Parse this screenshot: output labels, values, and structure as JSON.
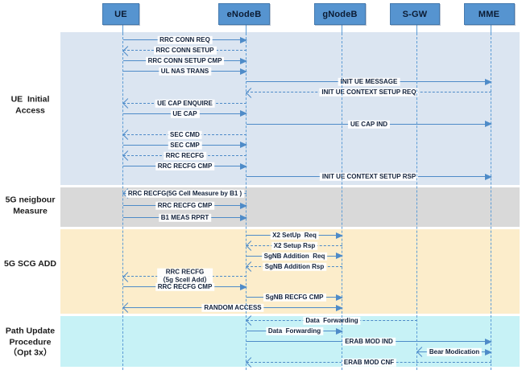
{
  "diagram": {
    "type": "sequence-diagram",
    "actors": [
      {
        "name": "UE"
      },
      {
        "name": "eNodeB"
      },
      {
        "name": "gNodeB"
      },
      {
        "name": "S-GW"
      },
      {
        "name": "MME"
      }
    ],
    "colors": {
      "actor_fill": "#5694d0",
      "actor_border": "#4479ae",
      "arrow_line": "#4e8bc8",
      "lifeline": "#5b9bd5",
      "section_ue_initial_access": "#dbe5f1",
      "section_5g_neigbour_measure": "#d9d9d9",
      "section_5g_scg_add": "#fcedcb",
      "section_path_update": "#c7f2f6"
    },
    "sections": [
      {
        "label": "UE  Initial\nAccess",
        "color": "#dbe5f1",
        "messages": [
          {
            "text": "RRC CONN REQ",
            "from": "UE",
            "to": "eNodeB",
            "line": "solid"
          },
          {
            "text": "RRC CONN SETUP",
            "from": "eNodeB",
            "to": "UE",
            "line": "dashed"
          },
          {
            "text": "RRC CONN SETUP CMP",
            "from": "UE",
            "to": "eNodeB",
            "line": "solid"
          },
          {
            "text": "UL NAS TRANS",
            "from": "UE",
            "to": "eNodeB",
            "line": "solid"
          },
          {
            "text": "INIT UE MESSAGE",
            "from": "eNodeB",
            "to": "MME",
            "line": "solid"
          },
          {
            "text": "INIT UE CONTEXT SETUP REQ",
            "from": "MME",
            "to": "eNodeB",
            "line": "dashed"
          },
          {
            "text": "UE CAP ENQUIRE",
            "from": "eNodeB",
            "to": "UE",
            "line": "dashed"
          },
          {
            "text": "UE CAP",
            "from": "UE",
            "to": "eNodeB",
            "line": "solid"
          },
          {
            "text": "UE CAP IND",
            "from": "eNodeB",
            "to": "MME",
            "line": "solid"
          },
          {
            "text": "SEC CMD",
            "from": "eNodeB",
            "to": "UE",
            "line": "dashed"
          },
          {
            "text": "SEC CMP",
            "from": "UE",
            "to": "eNodeB",
            "line": "solid"
          },
          {
            "text": "RRC RECFG",
            "from": "eNodeB",
            "to": "UE",
            "line": "dashed"
          },
          {
            "text": "RRC RECFG CMP",
            "from": "UE",
            "to": "eNodeB",
            "line": "solid"
          },
          {
            "text": "INIT UE CONTEXT SETUP RSP",
            "from": "eNodeB",
            "to": "MME",
            "line": "solid"
          }
        ]
      },
      {
        "label": "5G neigbour\nMeasure",
        "color": "#d9d9d9",
        "messages": [
          {
            "text": "RRC RECFG(5G Cell Measure by B1 )",
            "from": "eNodeB",
            "to": "UE",
            "line": "solid"
          },
          {
            "text": "RRC RECFG CMP",
            "from": "UE",
            "to": "eNodeB",
            "line": "solid"
          },
          {
            "text": "B1 MEAS RPRT",
            "from": "UE",
            "to": "eNodeB",
            "line": "solid"
          }
        ]
      },
      {
        "label": "5G SCG ADD",
        "color": "#fcedcb",
        "messages": [
          {
            "text": "X2 SetUp  Req",
            "from": "eNodeB",
            "to": "gNodeB",
            "line": "solid"
          },
          {
            "text": "X2 Setup Rsp",
            "from": "gNodeB",
            "to": "eNodeB",
            "line": "dashed"
          },
          {
            "text": "SgNB Addition  Req",
            "from": "eNodeB",
            "to": "gNodeB",
            "line": "solid"
          },
          {
            "text": "SgNB Addition Rsp",
            "from": "gNodeB",
            "to": "eNodeB",
            "line": "dashed"
          },
          {
            "text": "RRC RECFG\n（5g Scell Add）",
            "from": "eNodeB",
            "to": "UE",
            "line": "dashed"
          },
          {
            "text": "RRC RECFG CMP",
            "from": "UE",
            "to": "eNodeB",
            "line": "solid"
          },
          {
            "text": "SgNB RECFG CMP",
            "from": "eNodeB",
            "to": "gNodeB",
            "line": "solid"
          },
          {
            "text": "RANDOM ACCESS",
            "from": "UE",
            "to": "gNodeB",
            "line": "solid",
            "both": true
          }
        ]
      },
      {
        "label": "Path Update\nProcedure\n（Opt 3x）",
        "color": "#c7f2f6",
        "messages": [
          {
            "text": "Data  Forwarding",
            "from": "S-GW",
            "to": "eNodeB",
            "line": "dashed"
          },
          {
            "text": "Data  Forwarding",
            "from": "eNodeB",
            "to": "gNodeB",
            "line": "solid"
          },
          {
            "text": "ERAB MOD IND",
            "from": "eNodeB",
            "to": "MME",
            "line": "solid"
          },
          {
            "text": "Bear Modication",
            "from": "S-GW",
            "to": "MME",
            "line": "solid",
            "both": true
          },
          {
            "text": "ERAB MOD CNF",
            "from": "MME",
            "to": "eNodeB",
            "line": "dashed"
          }
        ]
      }
    ]
  }
}
